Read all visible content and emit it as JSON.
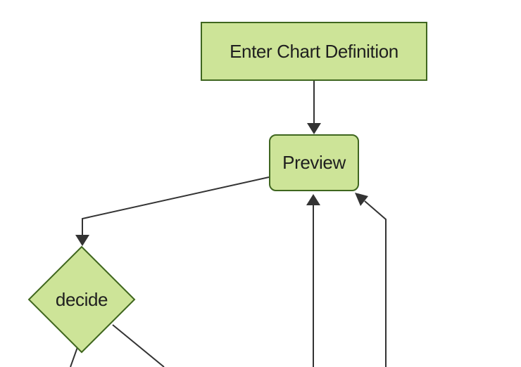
{
  "diagram": {
    "type": "flowchart",
    "orientation": "top-down",
    "nodes": [
      {
        "id": "enter-chart-definition",
        "label": "Enter Chart Definition",
        "shape": "rectangle"
      },
      {
        "id": "preview",
        "label": "Preview",
        "shape": "rounded-rectangle"
      },
      {
        "id": "decide",
        "label": "decide",
        "shape": "diamond"
      }
    ],
    "edges": [
      {
        "from": "enter-chart-definition",
        "to": "preview",
        "style": "arrow"
      },
      {
        "from": "preview",
        "to": "decide",
        "style": "arrow"
      },
      {
        "from": "offscreen-bottom-center",
        "to": "preview",
        "style": "arrow"
      },
      {
        "from": "offscreen-bottom-right",
        "to": "preview",
        "style": "arrow"
      },
      {
        "from": "decide",
        "to": "offscreen-bottom-left",
        "style": "line-cut-off-by-viewport"
      },
      {
        "from": "decide",
        "to": "offscreen-bottom-right",
        "style": "line-cut-off-by-viewport"
      }
    ]
  },
  "colors": {
    "background": "#ffffff",
    "node_fill": "#cde498",
    "node_border": "#3f661f",
    "edge_line": "#333333",
    "text": "#1f1f1f"
  }
}
